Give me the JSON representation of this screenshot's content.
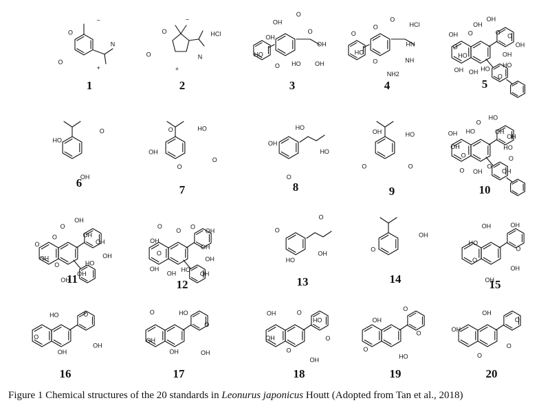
{
  "caption": {
    "prefix": "Figure 1 Chemical structures of the 20 standards in ",
    "species": "Leonurus japonicus",
    "suffix": " Houtt (Adopted from Tan et al., 2018)"
  },
  "compounds": [
    {
      "number": "1",
      "labels": [
        "N",
        "+",
        "O",
        "O",
        "−"
      ]
    },
    {
      "number": "2",
      "labels": [
        "N",
        "+",
        "O",
        "O",
        "−",
        "HCl"
      ]
    },
    {
      "number": "3",
      "labels": [
        "HO",
        "O",
        "HO",
        "OH",
        "OH",
        "O",
        "O",
        "OH",
        "OH"
      ]
    },
    {
      "number": "4",
      "labels": [
        "O",
        "HO",
        "O",
        "O",
        "O",
        "HCl",
        "HN",
        "NH",
        "NH2"
      ]
    },
    {
      "number": "5",
      "labels": [
        "HO",
        "O",
        "OH",
        "O",
        "OH",
        "OH",
        "O",
        "O",
        "OH",
        "OH",
        "HO",
        "O",
        "HO",
        "OH",
        "OH"
      ]
    },
    {
      "number": "6",
      "labels": [
        "HO",
        "O",
        "OH"
      ]
    },
    {
      "number": "7",
      "labels": [
        "O",
        "HO",
        "O",
        "O",
        "OH"
      ]
    },
    {
      "number": "8",
      "labels": [
        "HO",
        "HO",
        "O",
        "OH"
      ]
    },
    {
      "number": "9",
      "labels": [
        "HO",
        "O",
        "O",
        "OH"
      ]
    },
    {
      "number": "10",
      "labels": [
        "HO",
        "O",
        "OH",
        "O",
        "OH",
        "O",
        "O",
        "OH",
        "OH",
        "HO",
        "O",
        "HO",
        "OH",
        "OH"
      ]
    },
    {
      "number": "11",
      "labels": [
        "HO",
        "OH",
        "OH",
        "O",
        "OH",
        "O",
        "O",
        "O",
        "OH",
        "OH",
        "OH",
        "OH"
      ]
    },
    {
      "number": "12",
      "labels": [
        "HO",
        "OH",
        "OH",
        "O",
        "OH",
        "O",
        "O",
        "O",
        "OH",
        "OH",
        "OH",
        "OH"
      ]
    },
    {
      "number": "13",
      "labels": [
        "HO",
        "O",
        "O",
        "OH"
      ]
    },
    {
      "number": "14",
      "labels": [
        "O",
        "OH"
      ]
    },
    {
      "number": "15",
      "labels": [
        "HO",
        "OH",
        "OH",
        "O",
        "OH",
        "OH",
        "O"
      ]
    },
    {
      "number": "16",
      "labels": [
        "HO",
        "O",
        "OH",
        "OH",
        "O"
      ]
    },
    {
      "number": "17",
      "labels": [
        "HO",
        "O",
        "OH",
        "OH",
        "OH",
        "O"
      ]
    },
    {
      "number": "18",
      "labels": [
        "HO",
        "O",
        "OH",
        "O",
        "OH",
        "OH",
        "O"
      ]
    },
    {
      "number": "19",
      "labels": [
        "O",
        "HO",
        "O",
        "OH",
        "O"
      ]
    },
    {
      "number": "20",
      "labels": [
        "O",
        "O",
        "OH",
        "OH",
        "O"
      ]
    }
  ]
}
